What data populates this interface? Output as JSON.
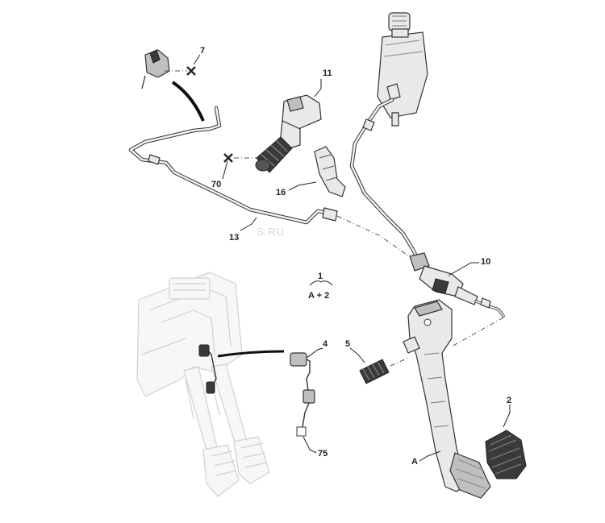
{
  "callouts": {
    "c7": "7",
    "c11": "11",
    "c70": "70",
    "c16": "16",
    "c13": "13",
    "c10": "10",
    "c1": "1",
    "c1sub": "A + 2",
    "c4": "4",
    "c5": "5",
    "c2": "2",
    "c75": "75",
    "cA": "A"
  },
  "watermark": "S.RU",
  "colors": {
    "line": "#333333",
    "part_fill": "#e9e9e9",
    "ghost": "#d0d0d0",
    "rubber": "#3a3a3a"
  }
}
